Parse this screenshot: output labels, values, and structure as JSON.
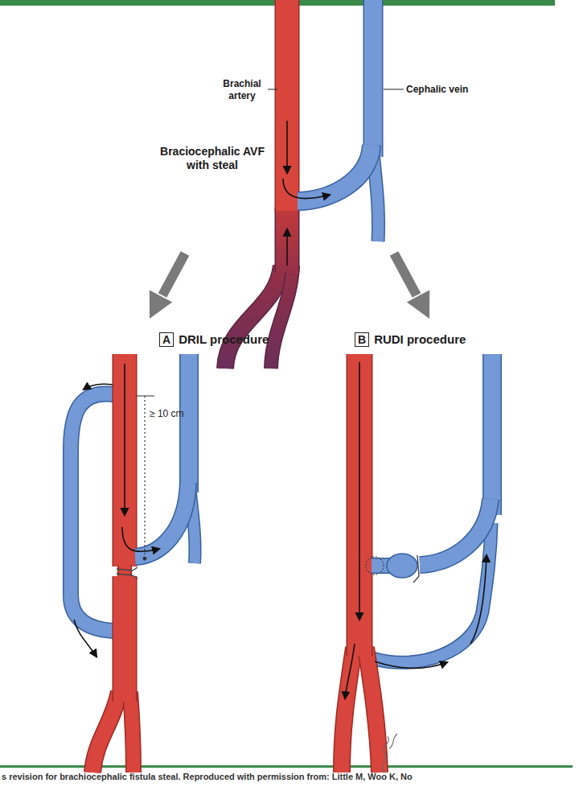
{
  "diagram": {
    "caption": "s revision for brachiocephalic fistula steal. Reproduced with permission from: Little M, Woo K, No",
    "nodes": [
      {
        "text": [
          "A",
          "DRIL procedure"
        ]
      },
      {
        "text": [
          "B",
          "RUDI procedure"
        ]
      }
    ],
    "labels": [
      "Brachial artery",
      "Cephalic vein",
      "Braciocephalic AVF with steal",
      "≥ 10 cm"
    ]
  }
}
